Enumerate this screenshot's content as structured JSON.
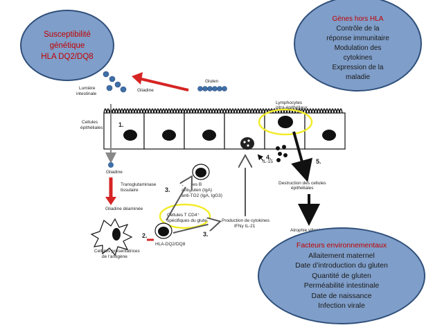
{
  "ovals": {
    "genetic": [
      "Susceptibilité",
      "génétique",
      "HLA DQ2/DQ8"
    ],
    "genes_hors_hla": [
      "Gènes hors HLA",
      "Contrôle de la",
      "réponse immunitaire",
      "Modulation des",
      "cytokines",
      "Expression de la",
      "maladie"
    ],
    "env": [
      "Facteurs environnementaux",
      "Allaitement maternel",
      "Date d’introduction du gluten",
      "Quantité de gluten",
      "Perméabilité intestinale",
      "Date de naissance",
      "Infection virale"
    ]
  },
  "diagram": {
    "gluten": "Gluten",
    "lumiere": [
      "Lumière",
      "intestinale"
    ],
    "gliadine_top": "Gliadine",
    "lymphocytes": [
      "Lymphocytes",
      "intra-épithéliaux"
    ],
    "cellules_epitheliales": [
      "Cellules",
      "épithéliales"
    ],
    "step1": "1.",
    "step2": "2.",
    "step3a": "3.",
    "step3b": "3.",
    "step4": "4.",
    "step5": "5.",
    "il15": "IL-15",
    "gliadine": "Gliadine",
    "transglutaminase": [
      "Transglutaminase",
      "tissulaire"
    ],
    "gliadine_deaminee": "Gliadine déaminée",
    "cellules_b": [
      "Cellules B",
      "antigluten (IgA)",
      "anti-TG2 (IgA, IgG3)"
    ],
    "cellules_t": [
      "Cellules T CD4⁺",
      "spécifiques du gluten"
    ],
    "production": [
      "Production de cytokines",
      "IFNγ     IL-21"
    ],
    "cpa": [
      "Cellules présentatrices",
      "de l’antigène"
    ],
    "hla": "HLA-DQ2/DQ8",
    "destruction": [
      "Destruction des cellules",
      "épithéliales"
    ],
    "atrophie": "Atrophie villositaire"
  },
  "colors": {
    "oval_fill": "#7f9ec9",
    "oval_border": "#2f4f7a",
    "red_text": "#c00000",
    "arrow_red": "#d62424",
    "highlight": "#f2ec2a",
    "gluten_dot": "#3f6fa8"
  }
}
